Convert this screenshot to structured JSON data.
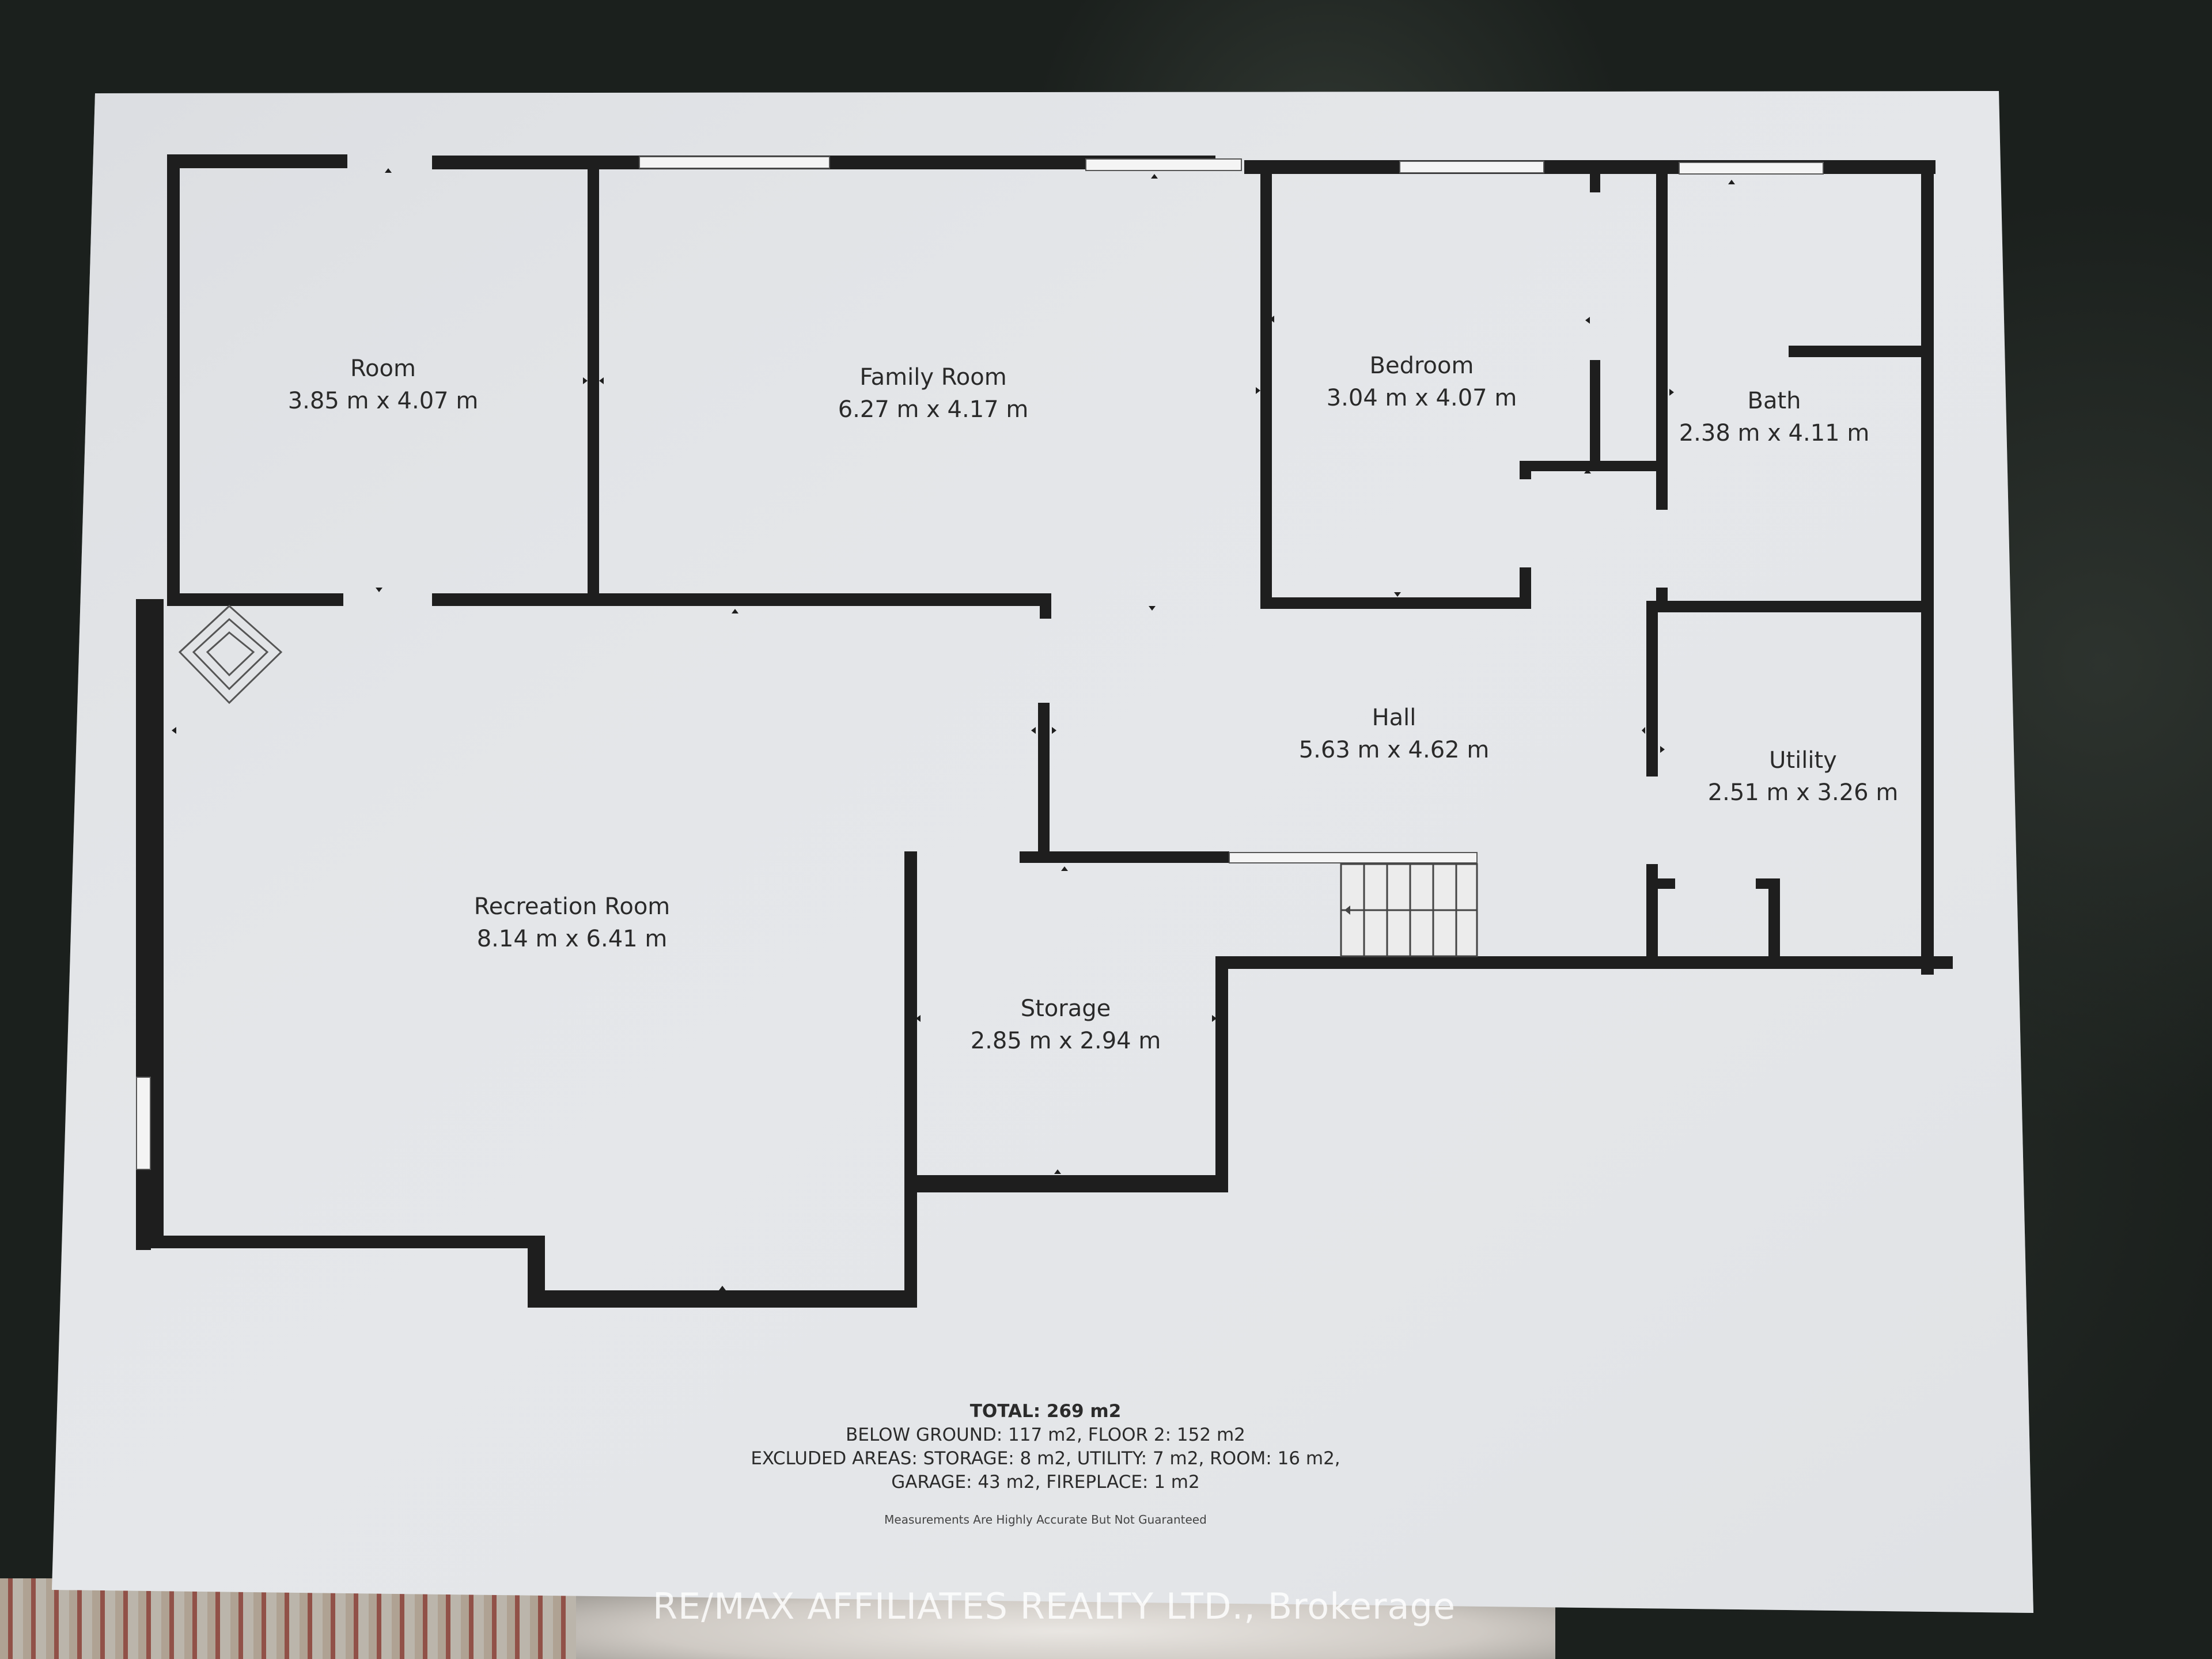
{
  "rooms": [
    {
      "name": "Room",
      "dims": "3.85 m x 4.07 m"
    },
    {
      "name": "Family Room",
      "dims": "6.27 m x 4.17 m"
    },
    {
      "name": "Bedroom",
      "dims": "3.04 m x 4.07 m"
    },
    {
      "name": "Bath",
      "dims": "2.38 m x 4.11 m"
    },
    {
      "name": "Hall",
      "dims": "5.63 m x 4.62 m"
    },
    {
      "name": "Utility",
      "dims": "2.51 m x 3.26 m"
    },
    {
      "name": "Recreation Room",
      "dims": "8.14 m x 6.41 m"
    },
    {
      "name": "Storage",
      "dims": "2.85 m x 2.94 m"
    }
  ],
  "summary": {
    "total": "TOTAL: 269 m2",
    "line1": "BELOW GROUND: 117 m2, FLOOR 2: 152 m2",
    "line2": "EXCLUDED AREAS: STORAGE: 8 m2, UTILITY: 7 m2, ROOM: 16 m2,",
    "line3": "GARAGE: 43 m2, FIREPLACE: 1 m2",
    "disclaimer": "Measurements Are Highly Accurate But Not Guaranteed"
  },
  "watermark": "RE/MAX AFFILIATES REALTY LTD., Brokerage",
  "colors": {
    "wall": "#1e1e1e",
    "paper": "#e6e7ea",
    "window": "#f4f4f4"
  }
}
